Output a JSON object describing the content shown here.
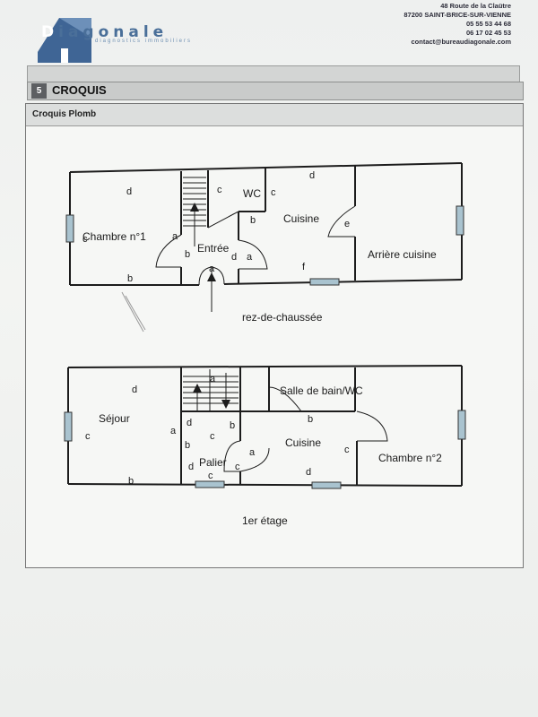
{
  "header": {
    "logo_first": "D",
    "logo_rest": "iagonale",
    "logo_tagline": "diagnostics immobiliers",
    "address_lines": [
      "48 Route de la Claütre",
      "87200 SAINT-BRICE-SUR-VIENNE",
      "05 55 53 44 68",
      "06 17 02 45 53",
      "contact@bureaudiagonale.com"
    ]
  },
  "section": {
    "number": "5",
    "title": "CROQUIS",
    "subtitle": "Croquis Plomb"
  },
  "ground_floor": {
    "caption": "rez-de-chaussée",
    "rooms": {
      "chambre1": "Chambre n°1",
      "entree": "Entrée",
      "wc": "WC",
      "cuisine": "Cuisine",
      "arriere_cuisine": "Arrière cuisine"
    },
    "letters": {
      "chambre1_d": "d",
      "chambre1_c": "c",
      "chambre1_b": "b",
      "chambre1_a": "a",
      "entree_b": "b",
      "entree_d": "d",
      "entree_a": "a",
      "entree_a2": "a",
      "wc_c": "c",
      "wc_c2": "c",
      "wc_b": "b",
      "cuisine_d": "d",
      "cuisine_e": "e",
      "cuisine_f": "f"
    }
  },
  "first_floor": {
    "caption": "1er étage",
    "rooms": {
      "sejour": "Séjour",
      "palier": "Palier",
      "sdb": "Salle de bain/WC",
      "cuisine": "Cuisine",
      "chambre2": "Chambre n°2"
    },
    "letters": {
      "sejour_d": "d",
      "sejour_c": "c",
      "sejour_a": "a",
      "sejour_b": "b",
      "palier_d": "d",
      "palier_b": "b",
      "palier_c": "c",
      "palier_d2": "d",
      "palier_b2": "b",
      "palier_c2": "c",
      "palier_a": "a",
      "stair_a": "a",
      "sdb_b": "b",
      "cuisine_c": "c",
      "cuisine_d": "d",
      "cuisine_c2": "c"
    }
  },
  "colors": {
    "window": "#a9c3cf",
    "logo_blue": "#3f6595",
    "section_number_bg": "#5d5f62"
  }
}
